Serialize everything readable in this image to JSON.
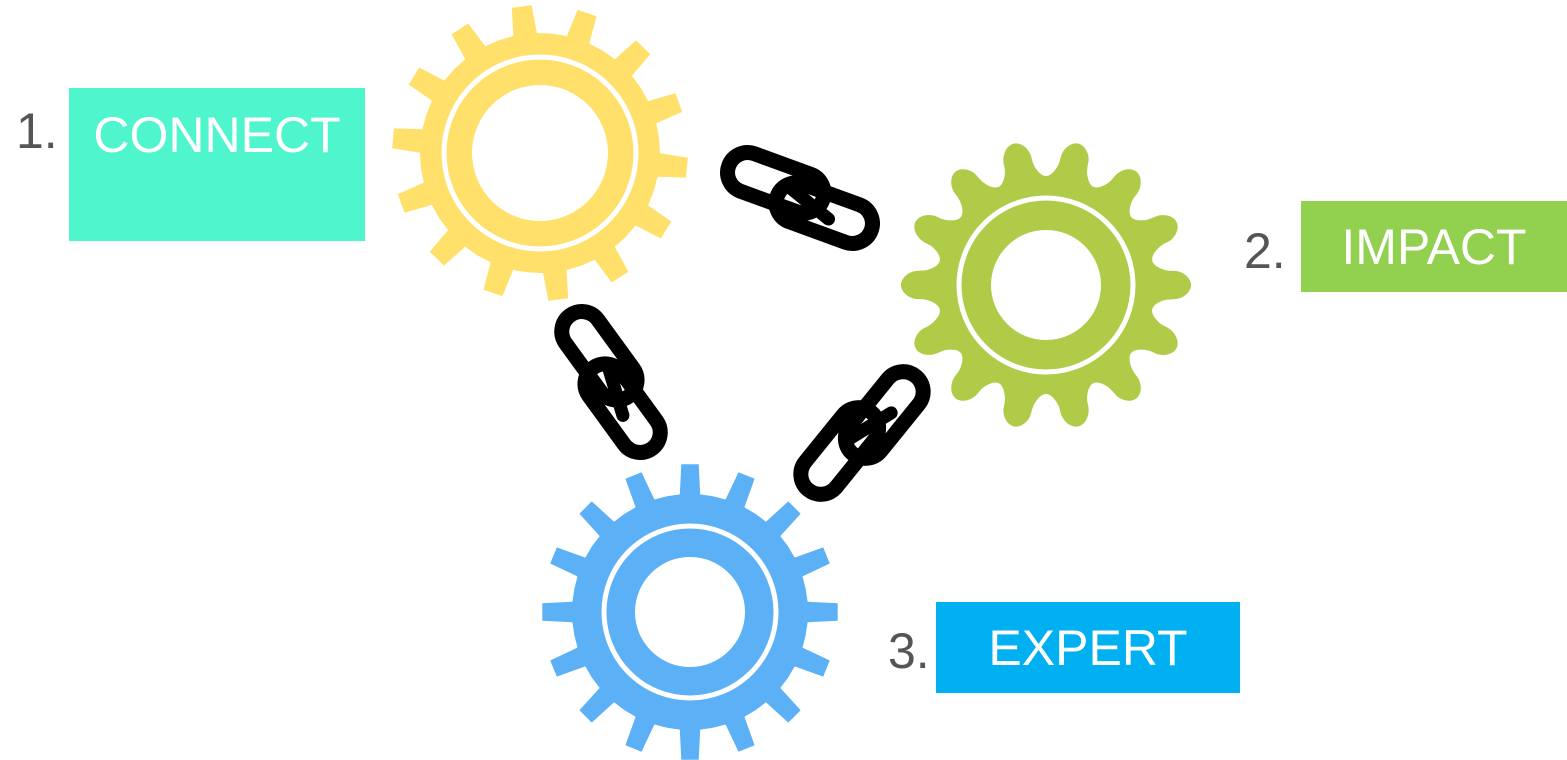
{
  "steps": [
    {
      "number": "1.",
      "label": "CONNECT",
      "color": "#4ef5cd"
    },
    {
      "number": "2.",
      "label": "IMPACT",
      "color": "#92d050"
    },
    {
      "number": "3.",
      "label": "EXPERT",
      "color": "#00b0f0"
    }
  ],
  "gears": [
    {
      "name": "yellow-gear-icon",
      "color": "#ffe06b",
      "style": "square-teeth"
    },
    {
      "name": "green-gear-icon",
      "color": "#b0cb48",
      "style": "wavy-teeth"
    },
    {
      "name": "blue-gear-icon",
      "color": "#5cb0f5",
      "style": "square-teeth"
    }
  ],
  "links": [
    {
      "name": "chain-link-icon-top"
    },
    {
      "name": "chain-link-icon-left"
    },
    {
      "name": "chain-link-icon-right"
    }
  ],
  "link_color": "#000000"
}
